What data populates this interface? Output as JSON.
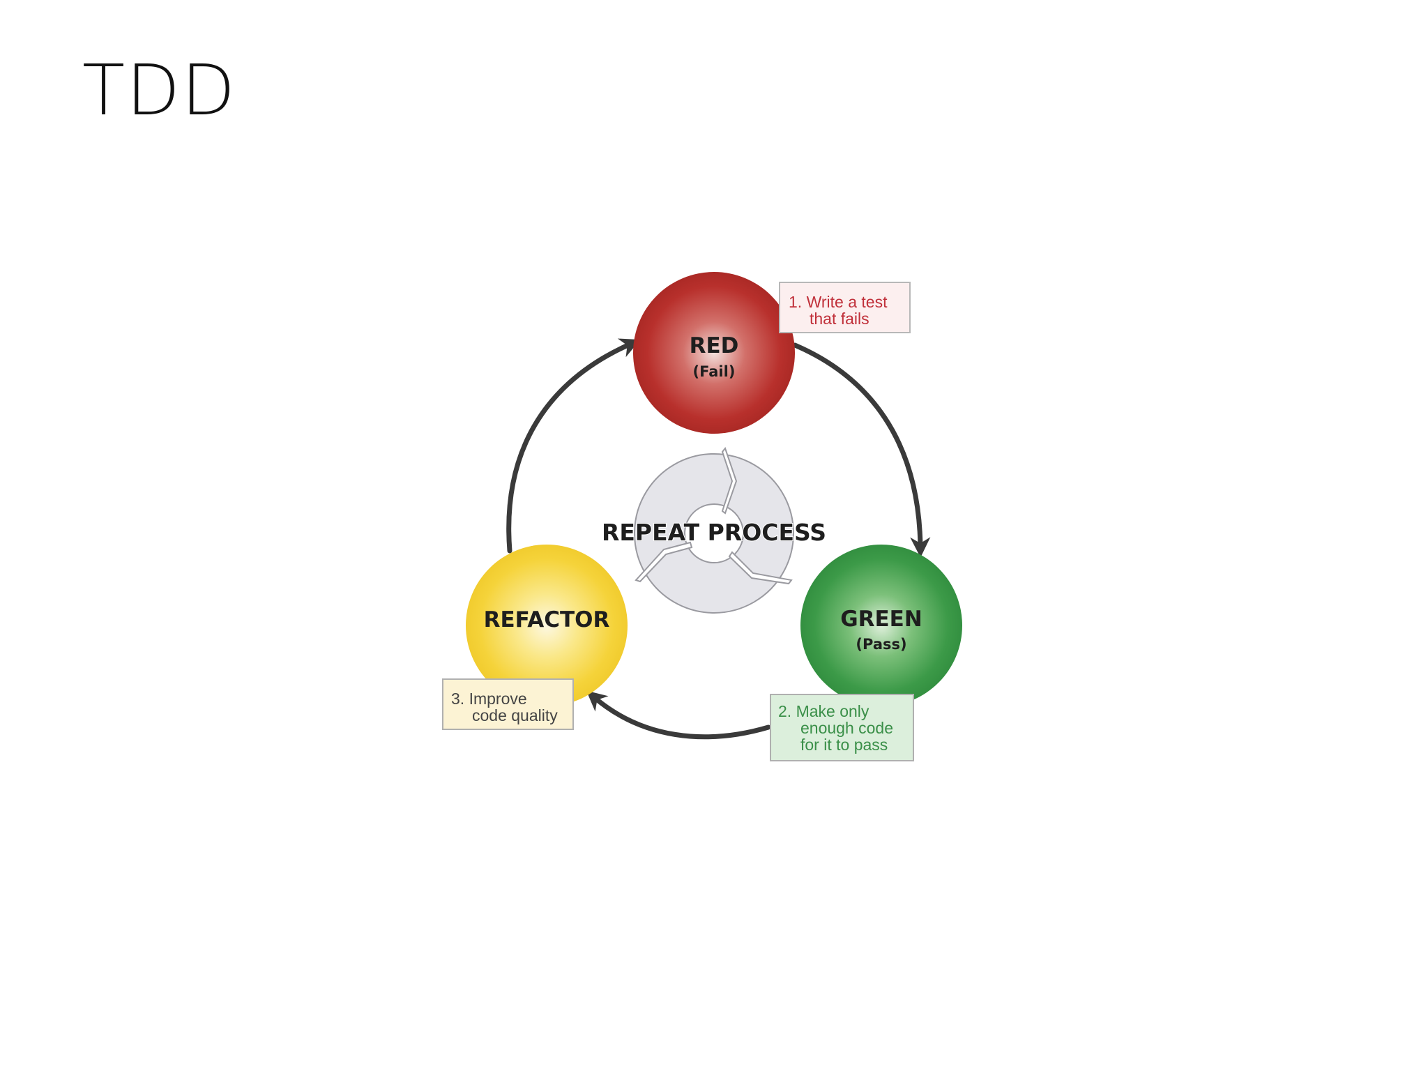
{
  "slide": {
    "title": "TDD"
  },
  "diagram": {
    "center_label": "REPEAT PROCESS",
    "stages": [
      {
        "id": "red",
        "name": "RED",
        "sub": "(Fail)",
        "color": "#b8302c",
        "note_lines": [
          "1. Write a test",
          "that fails"
        ],
        "note_color": "#c0303a",
        "note_bg": "#fcefef"
      },
      {
        "id": "green",
        "name": "GREEN",
        "sub": "(Pass)",
        "color": "#3c9a48",
        "note_lines": [
          "2. Make only",
          "enough code",
          "for it to pass"
        ],
        "note_color": "#3a8f48",
        "note_bg": "#dcefdc"
      },
      {
        "id": "refactor",
        "name": "REFACTOR",
        "sub": "",
        "color": "#f5d33a",
        "note_lines": [
          "3. Improve",
          "code quality"
        ],
        "note_color": "#444444",
        "note_bg": "#fcf3d4"
      }
    ],
    "arrow_color": "#3a3a3a"
  }
}
